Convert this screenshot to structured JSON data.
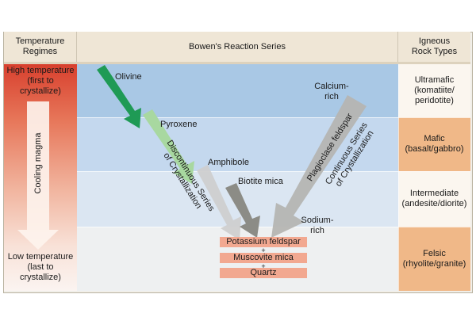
{
  "headers": {
    "temperature": "Temperature\nRegimes",
    "series": "Bowen's Reaction Series",
    "rock_types": "Igneous\nRock Types"
  },
  "temperature": {
    "high": "High temperature\n(first to\ncrystallize)",
    "cooling": "Cooling magma",
    "low": "Low temperature\n(last to\ncrystallize)"
  },
  "rock_types": [
    "Ultramafic\n(komatiite/\nperidotite)",
    "Mafic\n(basalt/gabbro)",
    "Intermediate\n(andesite/diorite)",
    "Felsic\n(rhyolite/granite)"
  ],
  "minerals": {
    "olivine": "Olivine",
    "pyroxene": "Pyroxene",
    "amphibole": "Amphibole",
    "biotite": "Biotite mica",
    "calcium_rich": "Calcium-\nrich",
    "sodium_rich": "Sodium-\nrich",
    "plagioclase": "Plagioclase feldspar"
  },
  "series_labels": {
    "discontinuous": "Discontinuous Series\nof Crystallization",
    "continuous": "Continuous Series\nof Crystallization"
  },
  "products": [
    "Potassium  feldspar",
    "Muscovite mica",
    "Quartz"
  ],
  "plus_sign": "+",
  "colors": {
    "olivine_arrow": "#1f9a55",
    "pyroxene_arrow": "#a8d8a0",
    "amphibole_arrow": "#c4c4c4",
    "biotite_arrow": "#8c8c86",
    "plagioclase_arrow": "#b5b5b2",
    "felsic_box": "#f2a890"
  }
}
